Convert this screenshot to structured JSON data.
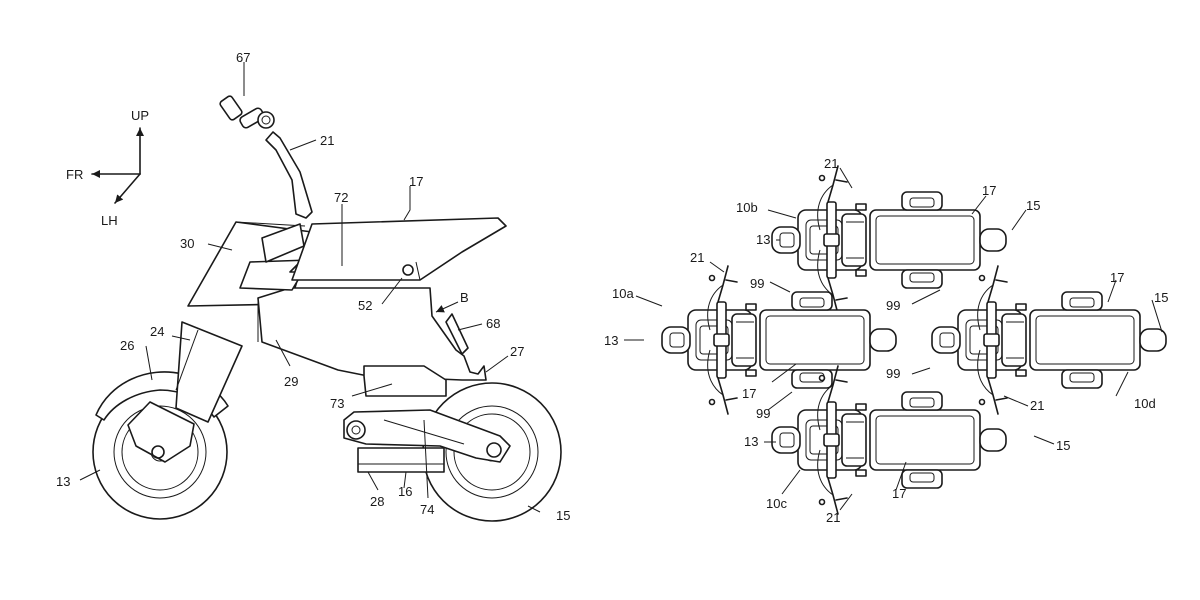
{
  "axes": {
    "up": "UP",
    "front": "FR",
    "left": "LH"
  },
  "side_view_labels": {
    "l67": "67",
    "l21": "21",
    "l17": "17",
    "l72": "72",
    "l30": "30",
    "l52": "52",
    "lB": "B",
    "l68": "68",
    "l24": "24",
    "l26": "26",
    "l27": "27",
    "l29": "29",
    "l73": "73",
    "l13": "13",
    "l28": "28",
    "l16": "16",
    "l74": "74",
    "l15": "15"
  },
  "top_view_labels": {
    "t21a": "21",
    "t17a": "17",
    "t15a": "15",
    "t10b": "10b",
    "t13a": "13",
    "t21b": "21",
    "t99a": "99",
    "t99b": "99",
    "t17b": "17",
    "t15b": "15",
    "t10a": "10a",
    "t13b": "13",
    "t99c": "99",
    "t99d": "99",
    "t17c": "17",
    "t21c": "21",
    "t10d": "10d",
    "t13c": "13",
    "t15c": "15",
    "t10c": "10c",
    "t17d": "17",
    "t21d": "21"
  }
}
